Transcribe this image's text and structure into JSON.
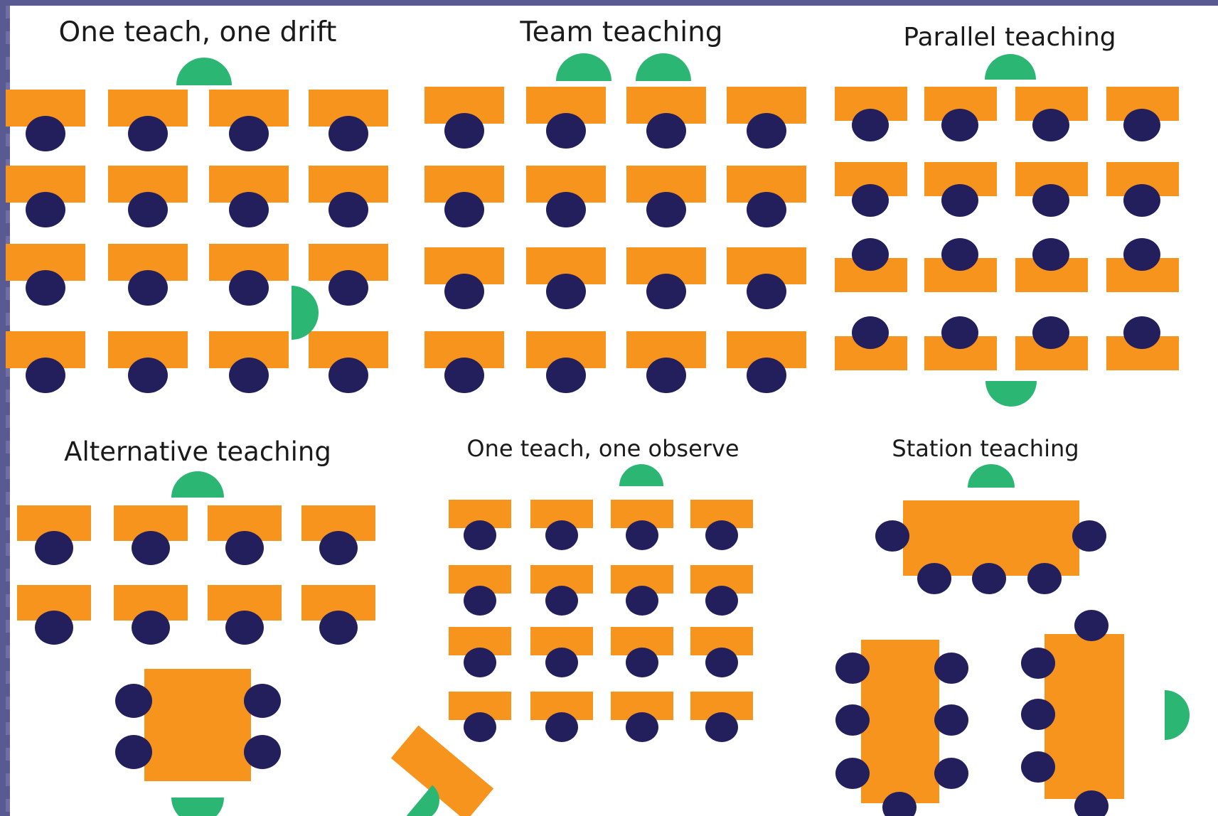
{
  "titles": {
    "one_teach_one_drift": "One teach, one drift",
    "team_teaching": "Team teaching",
    "parallel_teaching": "Parallel teaching",
    "alternative_teaching": "Alternative teaching",
    "one_teach_one_observe": "One teach, one observe",
    "station_teaching": "Station teaching"
  },
  "colors": {
    "desk": "#f7941d",
    "student": "#231f5c",
    "teacher": "#2bb673",
    "background": "#ffffff",
    "frame": "#5a5a93"
  }
}
